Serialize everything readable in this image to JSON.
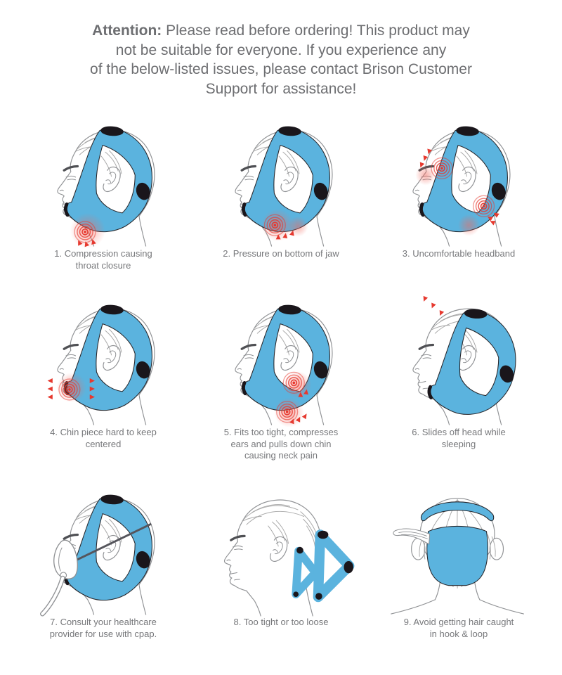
{
  "header": {
    "bold_prefix": "Attention:",
    "line1_rest": " Please read before ordering! This product may",
    "line2": "not be suitable for everyone. If you experience any",
    "line3": "of the below-listed issues, please contact Brison Customer",
    "line4": "Support for assistance!"
  },
  "colors": {
    "strap_blue": "#5bb3de",
    "pain_red": "#e6392f",
    "pain_glow": "#f2675c",
    "outline_gray": "#8f9194",
    "hair_gray": "#a8a8a8",
    "patch_black": "#1a161b",
    "header_text": "#6d6e71",
    "caption_text": "#77787b"
  },
  "figures": [
    {
      "caption": "1. Compression causing throat closure",
      "illustration": "head-strap-throat-pain"
    },
    {
      "caption": "2. Pressure on bottom of jaw",
      "illustration": "head-strap-jaw-pain"
    },
    {
      "caption": "3. Uncomfortable headband",
      "illustration": "head-strap-temple-ear-pain"
    },
    {
      "caption": "4. Chin piece hard to keep centered",
      "illustration": "head-strap-chin-arrows"
    },
    {
      "caption": "5. Fits too tight, compresses ears and pulls down chin causing neck pain",
      "illustration": "head-strap-ear-neck-pain"
    },
    {
      "caption": "6. Slides off head while sleeping",
      "illustration": "head-strap-slides-arrows"
    },
    {
      "caption": "7. Consult your healthcare provider for use with cpap.",
      "illustration": "head-strap-cpap-mask"
    },
    {
      "caption": "8. Too tight or too loose",
      "illustration": "head-two-loose-straps"
    },
    {
      "caption": "9. Avoid getting hair caught in hook & loop",
      "illustration": "head-back-hair-caught"
    }
  ]
}
